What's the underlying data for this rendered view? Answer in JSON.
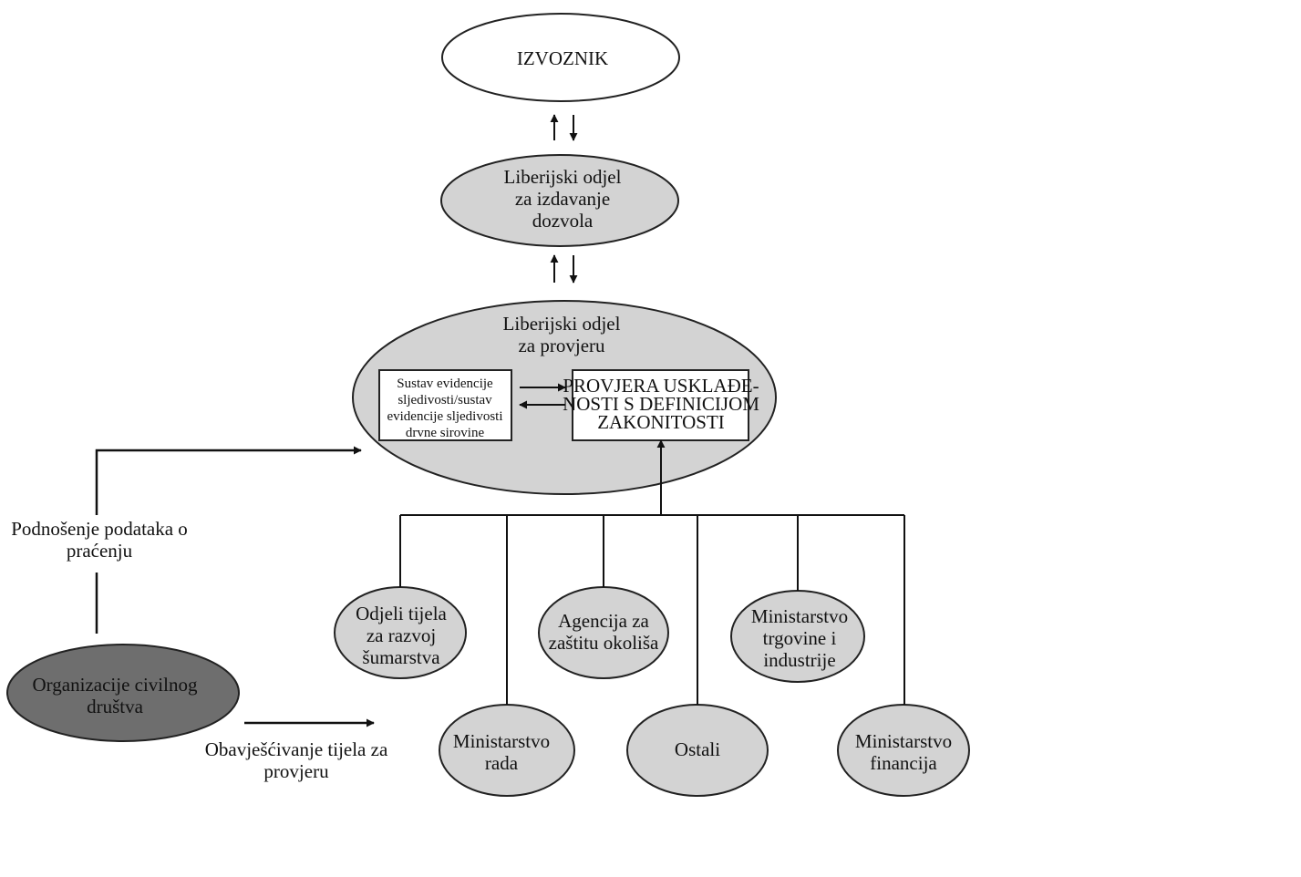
{
  "colors": {
    "white_fill": "#ffffff",
    "light_fill": "#d3d3d3",
    "dark_fill": "#6e6e6e",
    "stroke": "#111111"
  },
  "nodes": {
    "exporter": {
      "lines": [
        "IZVOZNIK"
      ]
    },
    "licensing": {
      "lines": [
        "Liberijski odjel",
        "za izdavanje",
        "dozvola"
      ]
    },
    "verification": {
      "lines": [
        "Liberijski odjel",
        "za provjeru"
      ]
    },
    "traceability": {
      "lines": [
        "Sustav evidencije",
        "sljedivosti/sustav",
        "evidencije sljedivosti",
        "drvne sirovine"
      ]
    },
    "legality": {
      "lines": [
        "PROVJERA USKLAĐE-",
        "NOSTI S DEFINICIJOM",
        "ZAKONITOSTI"
      ]
    },
    "forestry": {
      "lines": [
        "Odjeli tijela",
        "za razvoj",
        "šumarstva"
      ]
    },
    "environment": {
      "lines": [
        "Agencija za",
        "zaštitu okoliša"
      ]
    },
    "commerce": {
      "lines": [
        "Ministarstvo",
        "trgovine i",
        "industrije"
      ]
    },
    "labour": {
      "lines": [
        "Ministarstvo",
        "rada"
      ]
    },
    "others": {
      "lines": [
        "Ostali"
      ]
    },
    "finance": {
      "lines": [
        "Ministarstvo",
        "financija"
      ]
    },
    "civil_society": {
      "lines": [
        "Organizacije civilnog",
        "društva"
      ]
    }
  },
  "edge_labels": {
    "monitoring": {
      "lines": [
        "Podnošenje podataka o",
        "praćenju"
      ]
    },
    "notify": {
      "lines": [
        "Obavješćivanje tijela za",
        "provjeru"
      ]
    }
  }
}
